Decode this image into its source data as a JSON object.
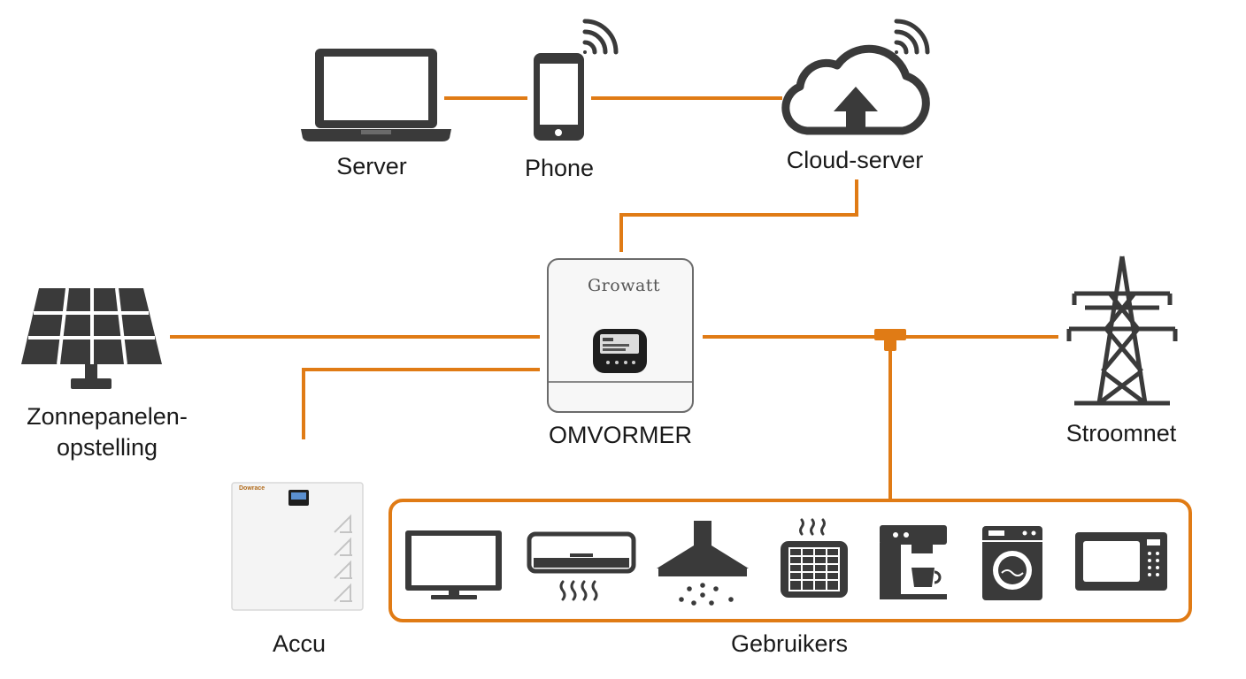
{
  "colors": {
    "line": "#e07b15",
    "icon": "#3a3a3a",
    "device_body": "#f7f7f7",
    "device_border": "#6b6b6b",
    "screen": "#1e1e1e"
  },
  "nodes": {
    "server": {
      "label": "Server",
      "icon": "laptop-icon"
    },
    "phone": {
      "label": "Phone",
      "icon": "smartphone-icon"
    },
    "cloud": {
      "label": "Cloud-server",
      "icon": "cloud-upload-icon"
    },
    "inverter": {
      "label": "OMVORMER",
      "brand": "Growatt",
      "icon": "inverter-icon"
    },
    "solar": {
      "label_line1": "Zonnepanelen-",
      "label_line2": "opstelling",
      "icon": "solar-panel-icon"
    },
    "grid": {
      "label": "Stroomnet",
      "icon": "power-pylon-icon"
    },
    "battery": {
      "label": "Accu",
      "brand": "Dowrace",
      "icon": "battery-cabinet-icon"
    },
    "consumers": {
      "label": "Gebruikers",
      "appliances": [
        {
          "name": "tv",
          "icon": "television-icon"
        },
        {
          "name": "air-conditioner",
          "icon": "air-conditioner-icon"
        },
        {
          "name": "range-hood",
          "icon": "range-hood-icon"
        },
        {
          "name": "heater",
          "icon": "heater-icon"
        },
        {
          "name": "coffee-machine",
          "icon": "coffee-machine-icon"
        },
        {
          "name": "washing-machine",
          "icon": "washing-machine-icon"
        },
        {
          "name": "microwave",
          "icon": "microwave-icon"
        }
      ]
    }
  },
  "connections": [
    [
      "server",
      "phone"
    ],
    [
      "phone",
      "cloud"
    ],
    [
      "cloud",
      "inverter"
    ],
    [
      "solar",
      "inverter"
    ],
    [
      "battery",
      "inverter"
    ],
    [
      "inverter",
      "grid"
    ],
    [
      "grid-junction",
      "consumers"
    ]
  ]
}
